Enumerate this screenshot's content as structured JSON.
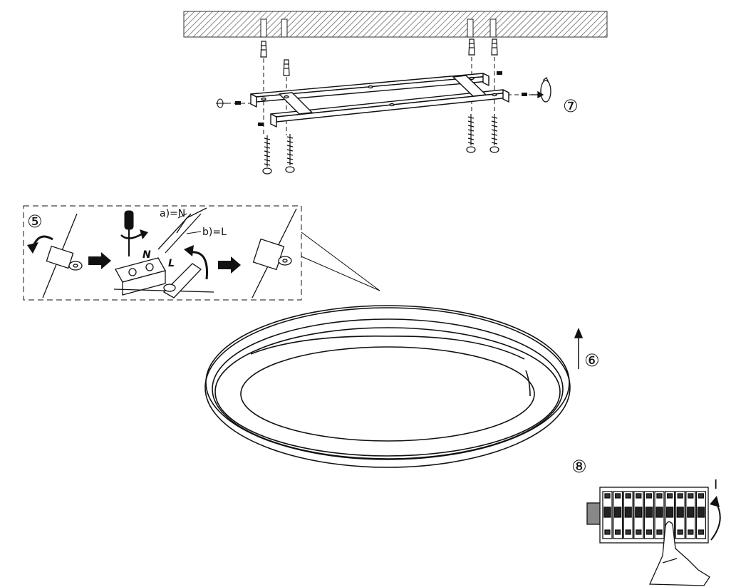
{
  "steps": {
    "five": "⑤",
    "six": "⑥",
    "seven": "⑦",
    "eight": "⑧"
  },
  "wiring": {
    "neutral_callout": "a)=N",
    "live_callout": "b)=L",
    "terminal_n": "N",
    "terminal_l": "L"
  },
  "switch": {
    "on_mark": "I"
  },
  "colors": {
    "ink": "#111111",
    "hatch": "#555555",
    "arrow": "#111111"
  }
}
